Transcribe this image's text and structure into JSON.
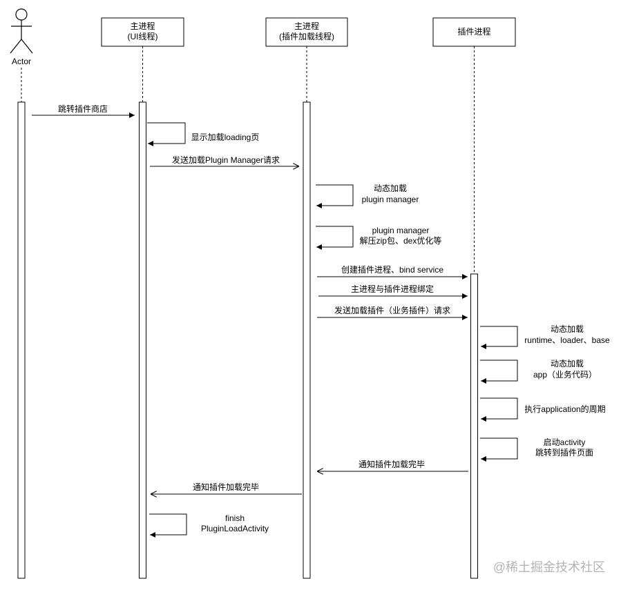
{
  "diagram": {
    "actor": {
      "label": "Actor"
    },
    "participants": [
      {
        "id": "ui",
        "lines": [
          "主进程",
          "(UI线程)"
        ]
      },
      {
        "id": "loader",
        "lines": [
          "主进程",
          "(插件加载线程)"
        ]
      },
      {
        "id": "plugin",
        "lines": [
          "插件进程"
        ]
      }
    ],
    "messages": [
      {
        "id": "m1",
        "from": "actor",
        "to": "ui",
        "kind": "arrow",
        "lines": [
          "跳转插件商店"
        ]
      },
      {
        "id": "m2",
        "from": "ui",
        "to": "ui",
        "kind": "self",
        "lines": [
          "显示加载loading页"
        ]
      },
      {
        "id": "m3",
        "from": "ui",
        "to": "loader",
        "kind": "arrow",
        "lines": [
          "发送加载Plugin Manager请求"
        ]
      },
      {
        "id": "m4",
        "from": "loader",
        "to": "loader",
        "kind": "self",
        "lines": [
          "动态加载",
          "plugin manager"
        ]
      },
      {
        "id": "m5",
        "from": "loader",
        "to": "loader",
        "kind": "self",
        "lines": [
          "plugin manager",
          "解压zip包、dex优化等"
        ]
      },
      {
        "id": "m6",
        "from": "loader",
        "to": "plugin",
        "kind": "arrow",
        "lines": [
          "创建插件进程、bind service"
        ]
      },
      {
        "id": "m7",
        "from": "loader",
        "to": "plugin",
        "kind": "arrow",
        "lines": [
          "主进程与插件进程绑定"
        ]
      },
      {
        "id": "m8",
        "from": "loader",
        "to": "plugin",
        "kind": "arrow",
        "lines": [
          "发送加载插件（业务插件）请求"
        ]
      },
      {
        "id": "m9",
        "from": "plugin",
        "to": "plugin",
        "kind": "self",
        "lines": [
          "动态加载",
          "runtime、loader、base"
        ]
      },
      {
        "id": "m10",
        "from": "plugin",
        "to": "plugin",
        "kind": "self",
        "lines": [
          "动态加载",
          "app（业务代码）"
        ]
      },
      {
        "id": "m11",
        "from": "plugin",
        "to": "plugin",
        "kind": "self",
        "lines": [
          "执行application的周期"
        ]
      },
      {
        "id": "m12",
        "from": "plugin",
        "to": "plugin",
        "kind": "self",
        "lines": [
          "启动activity",
          "跳转到插件页面"
        ]
      },
      {
        "id": "m13",
        "from": "plugin",
        "to": "loader",
        "kind": "arrow",
        "lines": [
          "通知插件加载完毕"
        ]
      },
      {
        "id": "m14",
        "from": "loader",
        "to": "ui",
        "kind": "arrow",
        "lines": [
          "通知插件加载完毕"
        ]
      },
      {
        "id": "m15",
        "from": "ui",
        "to": "ui",
        "kind": "self",
        "lines": [
          "finish",
          "PluginLoadActivity"
        ]
      }
    ]
  },
  "watermark": "@稀土掘金技术社区",
  "colors": {
    "line": "#000000",
    "watermark": "#b4b4b4",
    "background": "#ffffff"
  }
}
